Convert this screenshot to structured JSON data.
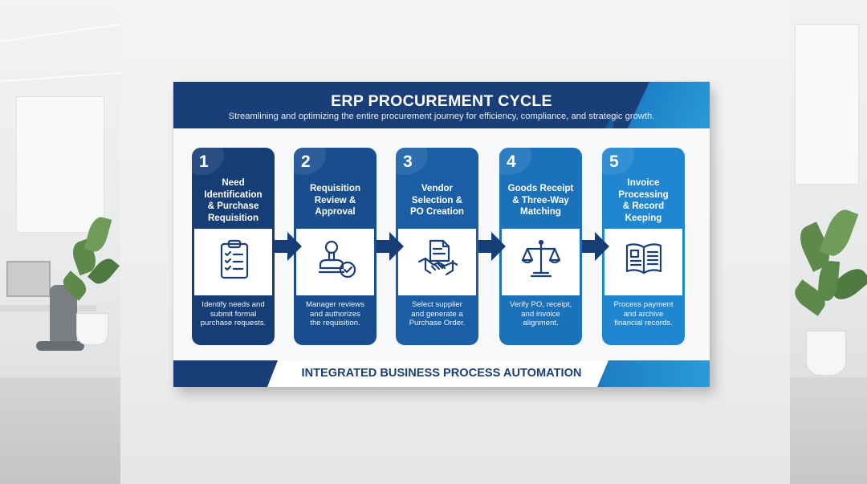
{
  "board": {
    "title": "ERP PROCUREMENT CYCLE",
    "subtitle": "Streamlining and optimizing the entire procurement journey for efficiency, compliance, and strategic growth.",
    "footer": "INTEGRATED BUSINESS PROCESS AUTOMATION"
  },
  "steps": [
    {
      "number": "1",
      "title_lines": [
        "Need",
        "Identification",
        "& Purchase",
        "Requisition"
      ],
      "icon": "clipboard-checklist-icon",
      "desc_lines": [
        "Identify needs and",
        "submit formal",
        "purchase requests."
      ],
      "color": "#163d76"
    },
    {
      "number": "2",
      "title_lines": [
        "Requisition",
        "Review &",
        "Approval"
      ],
      "icon": "approval-stamp-icon",
      "desc_lines": [
        "Manager reviews",
        "and authorizes",
        "the requisition."
      ],
      "color": "#184d8e"
    },
    {
      "number": "3",
      "title_lines": [
        "Vendor",
        "Selection &",
        "PO Creation"
      ],
      "icon": "handshake-document-icon",
      "desc_lines": [
        "Select supplier",
        "and generate a",
        "Purchase Order."
      ],
      "color": "#1a5fa6"
    },
    {
      "number": "4",
      "title_lines": [
        "Goods Receipt",
        "& Three-Way",
        "Matching"
      ],
      "icon": "balance-scale-icon",
      "desc_lines": [
        "Verify PO, receipt,",
        "and invoice",
        "alignment."
      ],
      "color": "#1c71bb"
    },
    {
      "number": "5",
      "title_lines": [
        "Invoice",
        "Processing",
        "& Record",
        "Keeping"
      ],
      "icon": "open-book-icon",
      "desc_lines": [
        "Process payment",
        "and archive",
        "financial records."
      ],
      "color": "#1f86cf"
    }
  ],
  "colors": {
    "navy": "#1a3f78",
    "arrow": "#163d76",
    "light_blue": "#2a9ad8"
  }
}
